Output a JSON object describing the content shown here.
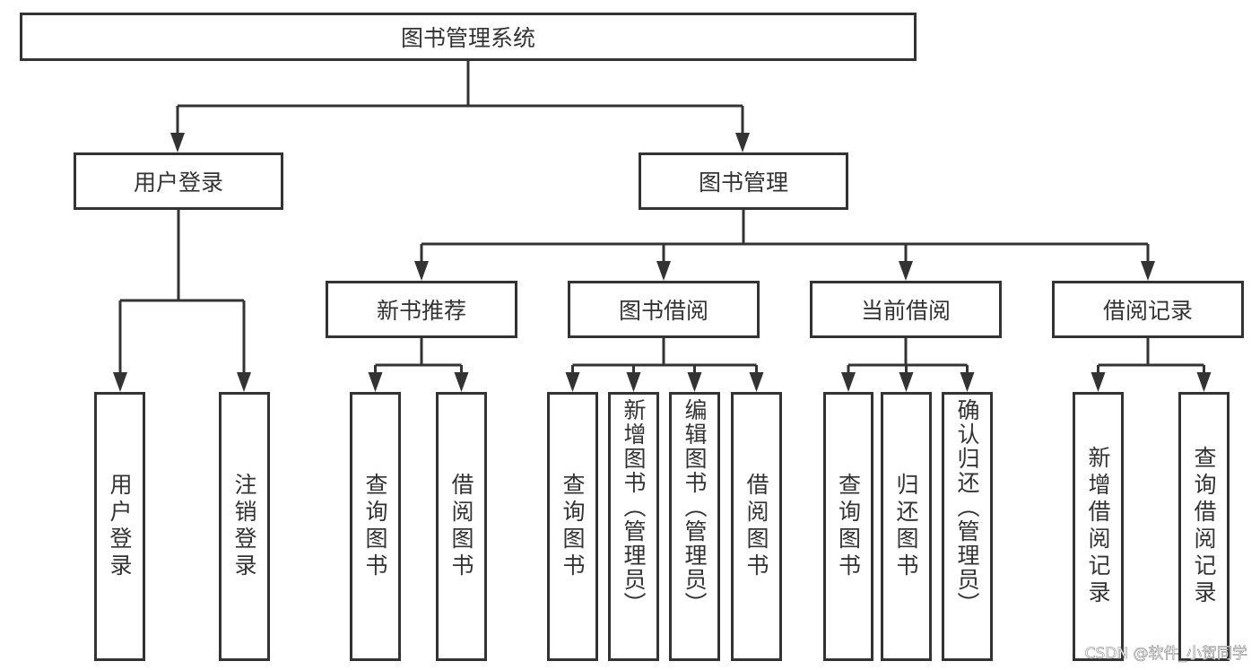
{
  "root": {
    "label": "图书管理系统",
    "children": [
      {
        "label": "用户登录",
        "children": [
          {
            "label": "用户登录"
          },
          {
            "label": "注销登录"
          }
        ]
      },
      {
        "label": "图书管理",
        "children": [
          {
            "label": "新书推荐",
            "children": [
              {
                "label": "查询图书"
              },
              {
                "label": "借阅图书"
              }
            ]
          },
          {
            "label": "图书借阅",
            "children": [
              {
                "label": "查询图书"
              },
              {
                "label": "新增图书（管理员）"
              },
              {
                "label": "编辑图书（管理员）"
              },
              {
                "label": "借阅图书"
              }
            ]
          },
          {
            "label": "当前借阅",
            "children": [
              {
                "label": "查询图书"
              },
              {
                "label": "归还图书"
              },
              {
                "label": "确认归还（管理员）"
              }
            ]
          },
          {
            "label": "借阅记录",
            "children": [
              {
                "label": "新增借阅记录"
              },
              {
                "label": "查询借阅记录"
              }
            ]
          }
        ]
      }
    ]
  },
  "watermark": "CSDN @软件_小贺同学",
  "colors": {
    "line": "#333333",
    "box_fill": "#ffffff"
  }
}
